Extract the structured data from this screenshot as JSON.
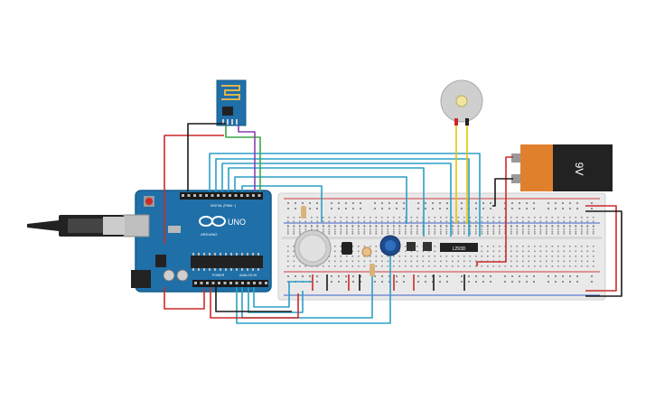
{
  "colors": {
    "background": "#ffffff",
    "arduino_board": "#1f6fa8",
    "arduino_dark": "#14567f",
    "breadboard": "#e9e9e9",
    "breadboard_hole": "#8d8d8d",
    "rail_red": "#d13b3b",
    "rail_blue": "#3b61c9",
    "wire_cyan": "#2a9fc7",
    "wire_red": "#cc2a2a",
    "wire_black": "#1a1a1a",
    "wire_green": "#3aa845",
    "wire_purple": "#8a3fb0",
    "wire_yellow": "#e3c400",
    "battery_orange": "#e1802c",
    "battery_black": "#222222"
  },
  "arduino": {
    "logo_text": "UNO",
    "brand_text": "ARDUINO",
    "digital_label": "DIGITAL (PWM ~)",
    "power_label": "POWER",
    "analog_label": "ANALOG IN"
  },
  "battery": {
    "label": "9V"
  },
  "components": {
    "wifi_module": "esp8266-wifi-module",
    "motor": "dc-motor",
    "gas_sensor": "gas-sensor",
    "potentiometer": "potentiometer",
    "ic_label": "L293D",
    "usb_cable": "usb-cable",
    "temperature_sensor": "temperature-sensor",
    "photoresistor": "photoresistor",
    "resistor": "resistor",
    "pushbutton": "pushbutton"
  },
  "icons": {
    "arduino_logo": "infinity-icon"
  }
}
